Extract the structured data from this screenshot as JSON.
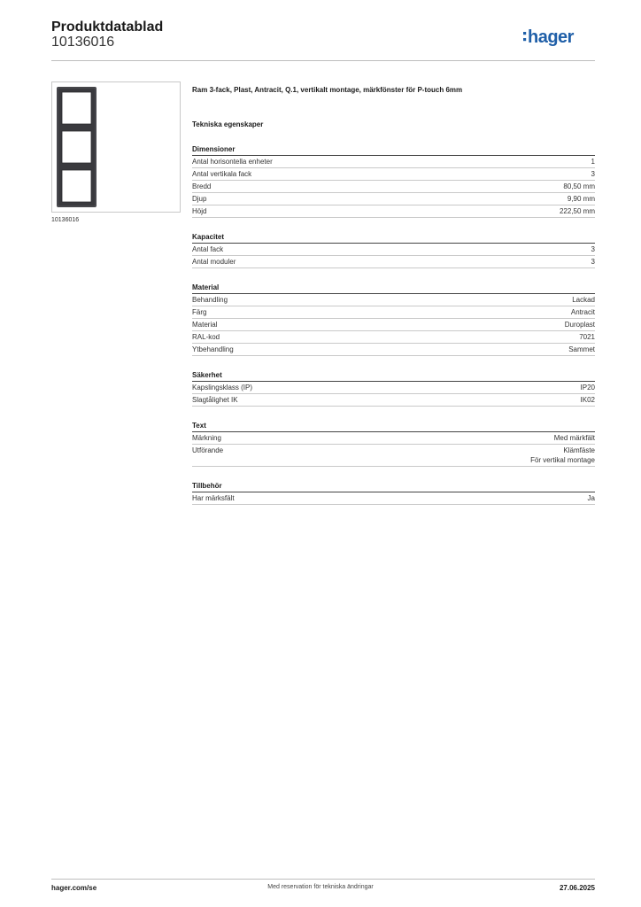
{
  "header": {
    "title": "Produktdatablad",
    "number": "10136016",
    "logo_text": "hager",
    "brand_color": "#1f5fa8"
  },
  "product_image": {
    "caption": "10136016",
    "frame_color": "#3a3a3e"
  },
  "product": {
    "description": "Ram 3-fack, Plast, Antracit, Q.1, vertikalt montage, märkfönster för P-touch 6mm",
    "tech_heading": "Tekniska egenskaper"
  },
  "sections": [
    {
      "title": "Dimensioner",
      "rows": [
        {
          "label": "Antal horisontella enheter",
          "values": [
            "1"
          ]
        },
        {
          "label": "Antal vertikala fack",
          "values": [
            "3"
          ]
        },
        {
          "label": "Bredd",
          "values": [
            "80,50 mm"
          ]
        },
        {
          "label": "Djup",
          "values": [
            "9,90 mm"
          ]
        },
        {
          "label": "Höjd",
          "values": [
            "222,50 mm"
          ]
        }
      ]
    },
    {
      "title": "Kapacitet",
      "rows": [
        {
          "label": "Antal fack",
          "values": [
            "3"
          ]
        },
        {
          "label": "Antal moduler",
          "values": [
            "3"
          ]
        }
      ]
    },
    {
      "title": "Material",
      "rows": [
        {
          "label": "Behandling",
          "values": [
            "Lackad"
          ]
        },
        {
          "label": "Färg",
          "values": [
            "Antracit"
          ]
        },
        {
          "label": "Material",
          "values": [
            "Duroplast"
          ]
        },
        {
          "label": "RAL-kod",
          "values": [
            "7021"
          ]
        },
        {
          "label": "Ytbehandling",
          "values": [
            "Sammet"
          ]
        }
      ]
    },
    {
      "title": "Säkerhet",
      "rows": [
        {
          "label": "Kapslingsklass (IP)",
          "values": [
            "IP20"
          ]
        },
        {
          "label": "Slagtålighet IK",
          "values": [
            "IK02"
          ]
        }
      ]
    },
    {
      "title": "Text",
      "rows": [
        {
          "label": "Märkning",
          "values": [
            "Med märkfält"
          ]
        },
        {
          "label": "Utförande",
          "values": [
            "Klämfäste",
            "För vertikal montage"
          ]
        }
      ]
    },
    {
      "title": "Tillbehör",
      "rows": [
        {
          "label": "Har märksfält",
          "values": [
            "Ja"
          ]
        }
      ]
    }
  ],
  "footer": {
    "website": "hager.com/se",
    "disclaimer": "Med reservation för tekniska ändringar",
    "date": "27.06.2025"
  }
}
